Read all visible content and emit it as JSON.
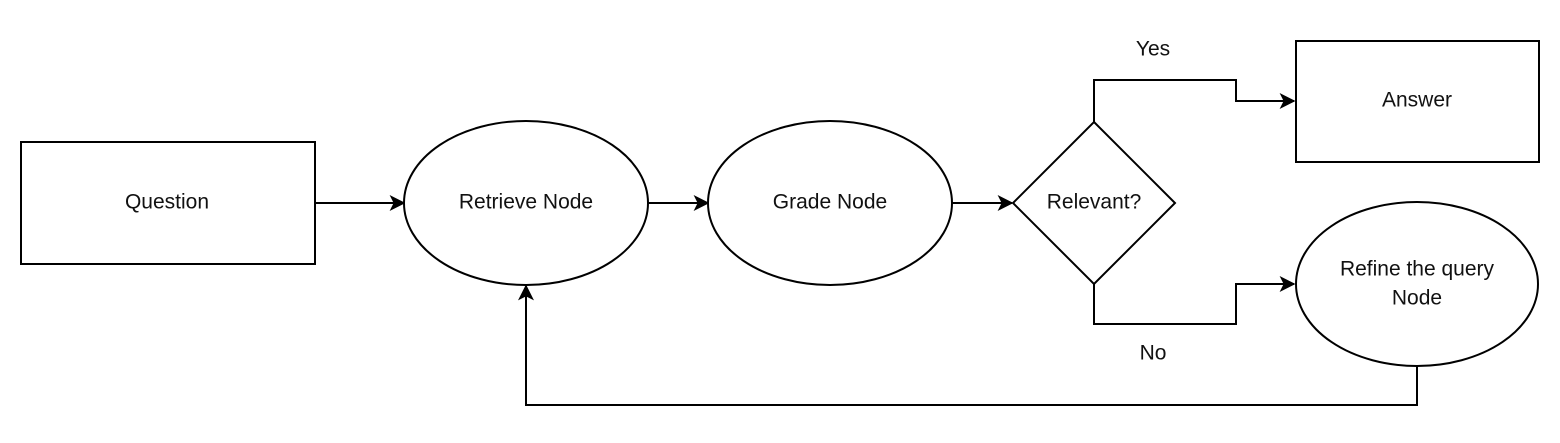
{
  "diagram": {
    "nodes": {
      "question": "Question",
      "retrieve": "Retrieve Node",
      "grade": "Grade Node",
      "relevant": "Relevant?",
      "answer": "Answer",
      "refine_line1": "Refine the query",
      "refine_line2": "Node"
    },
    "edges": {
      "yes": "Yes",
      "no": "No"
    },
    "colors": {
      "stroke": "#000000",
      "fill": "#ffffff",
      "text": "#111111"
    }
  }
}
